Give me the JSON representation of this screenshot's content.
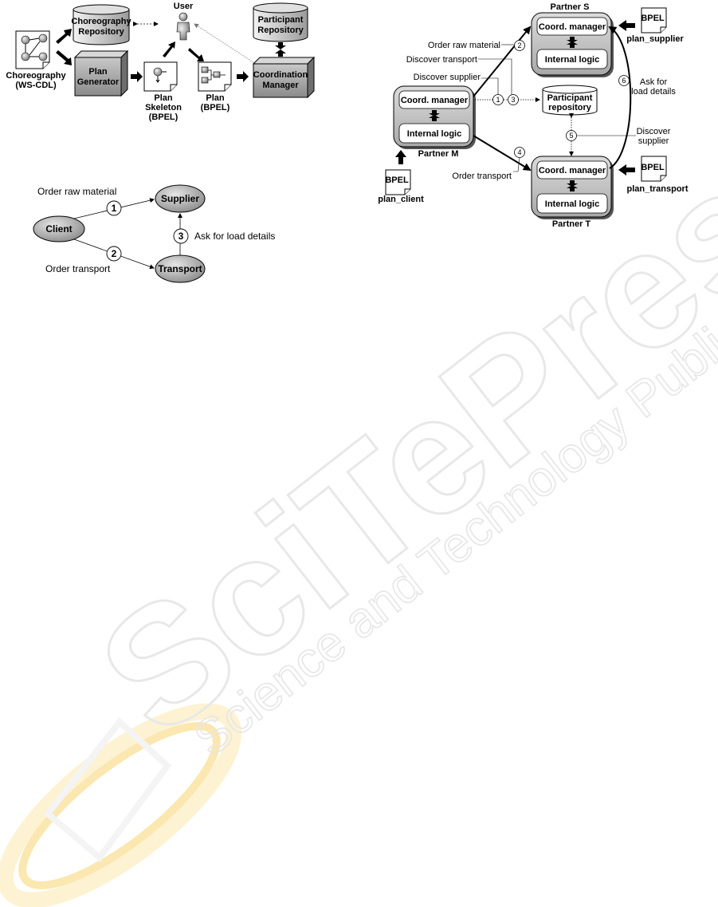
{
  "fig_top": {
    "user": "User",
    "choreo_repo": [
      "Choreography",
      "Repository"
    ],
    "participant_repo": [
      "Participant",
      "Repository"
    ],
    "choreography": [
      "Choreography",
      "(WS-CDL)"
    ],
    "plan_generator": [
      "Plan",
      "Generator"
    ],
    "plan_skeleton": [
      "Plan",
      "Skeleton",
      "(BPEL)"
    ],
    "plan": [
      "Plan",
      "(BPEL)"
    ],
    "coord_manager": [
      "Coordination",
      "Manager"
    ]
  },
  "fig_left": {
    "client": "Client",
    "supplier": "Supplier",
    "transport": "Transport",
    "order_raw": "Order raw material",
    "order_transport": "Order transport",
    "ask_load": "Ask for load details",
    "n1": "1",
    "n2": "2",
    "n3": "3"
  },
  "fig_right": {
    "partner_s": "Partner S",
    "partner_t": "Partner T",
    "partner_m": "Partner M",
    "coord": "Coord. manager",
    "internal": "Internal logic",
    "bpel": "BPEL",
    "plan_supplier": "plan_supplier",
    "plan_transport": "plan_transport",
    "plan_client": "plan_client",
    "participant_repo": [
      "Participant",
      "repository"
    ],
    "order_raw": "Order raw material",
    "discover_transport": "Discover transport",
    "discover_supplier": "Discover supplier",
    "order_transport": "Order transport",
    "discover_supplier2": [
      "Discover",
      "supplier"
    ],
    "ask_load": [
      "Ask for",
      "load details"
    ],
    "n1": "1",
    "n2": "2",
    "n3": "3",
    "n4": "4",
    "n5": "5",
    "n6": "6"
  },
  "watermark": {
    "big": "SciTePress",
    "small": "Science and Technology Publications"
  }
}
